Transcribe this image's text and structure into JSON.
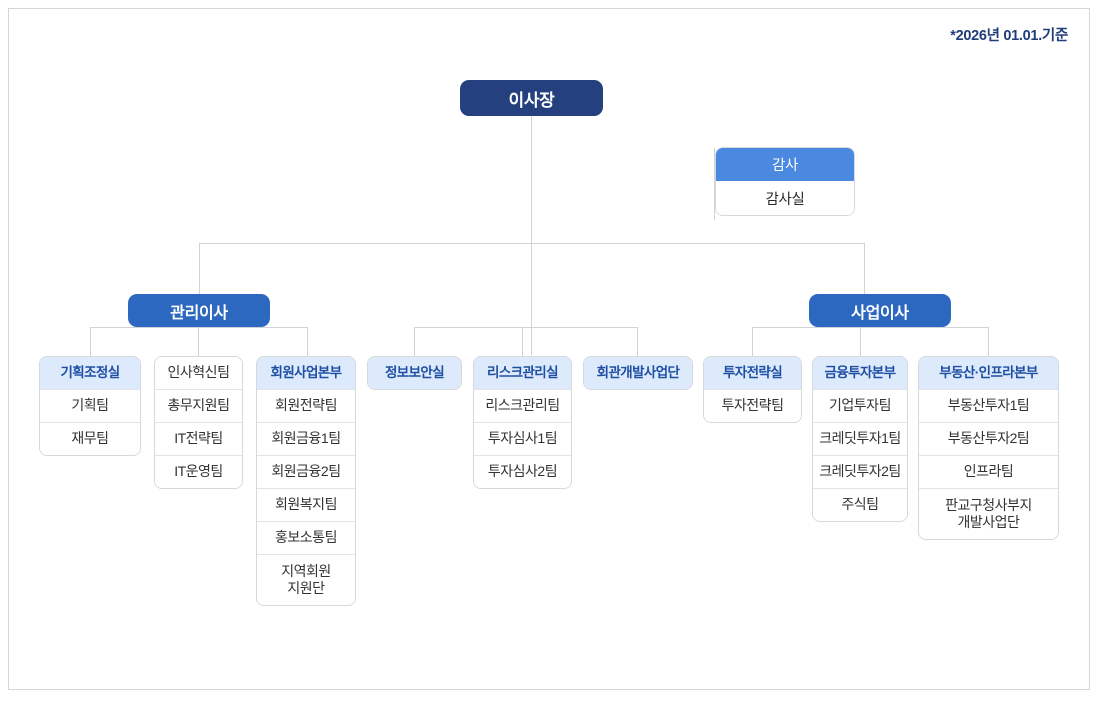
{
  "note": "*2026년 01.01.기준",
  "colors": {
    "chairman_bg": "#24407f",
    "executive_bg": "#2c68c0",
    "audit_header_bg": "#4b89e0",
    "dept_header_bg": "#dceafb",
    "dept_header_text": "#1f4fa3",
    "line": "#cfd2d6",
    "frame_border": "#d3d5d8"
  },
  "chairman": {
    "label": "이사장"
  },
  "audit": {
    "header": "감사",
    "items": [
      "감사실"
    ]
  },
  "executives": {
    "management": "관리이사",
    "business": "사업이사"
  },
  "departments": {
    "planning": {
      "header": "기획조정실",
      "header_style": "highlight",
      "items": [
        "기획팀",
        "재무팀"
      ]
    },
    "hr": {
      "header": "인사혁신팀",
      "header_style": "plain",
      "items": [
        "총무지원팀",
        "IT전략팀",
        "IT운영팀"
      ]
    },
    "member_business": {
      "header": "회원사업본부",
      "header_style": "highlight",
      "items": [
        "회원전략팀",
        "회원금융1팀",
        "회원금융2팀",
        "회원복지팀",
        "홍보소통팀",
        "지역회원\n지원단"
      ]
    },
    "info_security": {
      "header": "정보보안실",
      "header_style": "highlight",
      "items": []
    },
    "risk": {
      "header": "리스크관리실",
      "header_style": "highlight",
      "items": [
        "리스크관리팀",
        "투자심사1팀",
        "투자심사2팀"
      ]
    },
    "hall_development": {
      "header": "회관개발사업단",
      "header_style": "highlight",
      "items": []
    },
    "investment_strategy": {
      "header": "투자전략실",
      "header_style": "highlight",
      "items": [
        "투자전략팀"
      ]
    },
    "financial_investment": {
      "header": "금융투자본부",
      "header_style": "highlight",
      "items": [
        "기업투자팀",
        "크레딧투자1팀",
        "크레딧투자2팀",
        "주식팀"
      ]
    },
    "realestate_infra": {
      "header": "부동산·인프라본부",
      "header_style": "highlight",
      "items": [
        "부동산투자1팀",
        "부동산투자2팀",
        "인프라팀",
        "판교구청사부지\n개발사업단"
      ]
    }
  }
}
